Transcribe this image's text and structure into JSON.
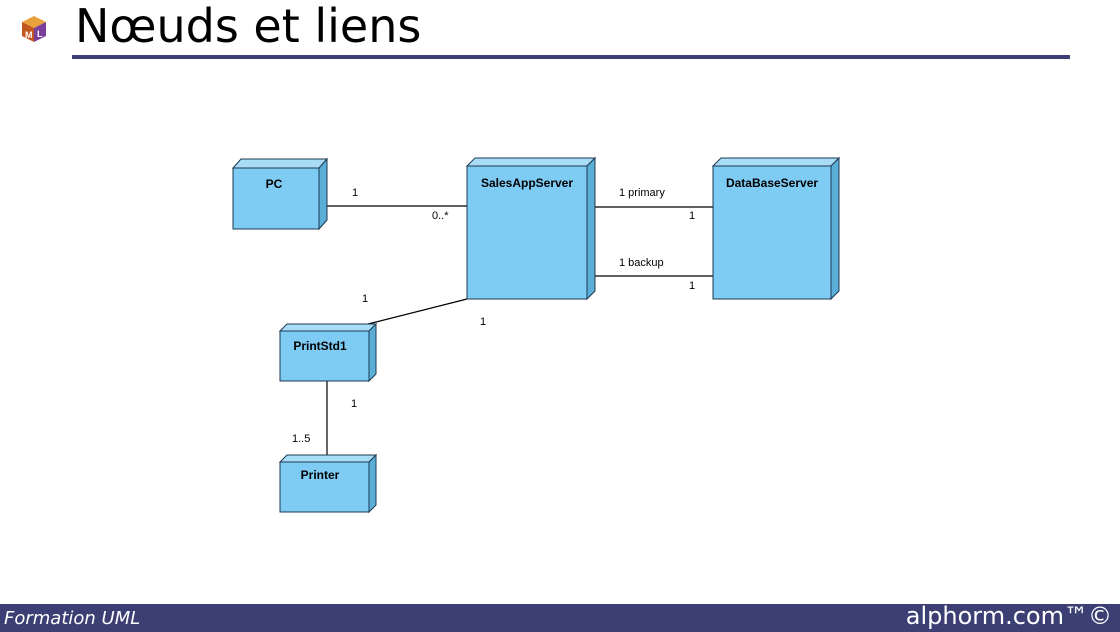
{
  "header": {
    "title": "Nœuds et liens",
    "logo_icon": "uml-cube-logo-icon"
  },
  "diagram": {
    "node_color": "#7ecbf4",
    "node_edge_color": "#1f3a52",
    "nodes": {
      "pc": "PC",
      "salesappserver": "SalesAppServer",
      "databaseserver": "DataBaseServer",
      "printstd1": "PrintStd1",
      "printer": "Printer"
    },
    "links": {
      "pc_sales": {
        "pc_end": "1",
        "sales_end": "0..*"
      },
      "primary": {
        "sales_end": "1 primary",
        "db_end": "1"
      },
      "backup": {
        "sales_end": "1 backup",
        "db_end": "1"
      },
      "sales_print": {
        "print_end": "1",
        "sales_end": "1"
      },
      "print_printer": {
        "print_end": "1",
        "printer_end": "1..5"
      }
    }
  },
  "footer": {
    "left_text": "Formation UML",
    "right_text": "alphorm.com™©",
    "bar_color": "#3b3f73"
  }
}
